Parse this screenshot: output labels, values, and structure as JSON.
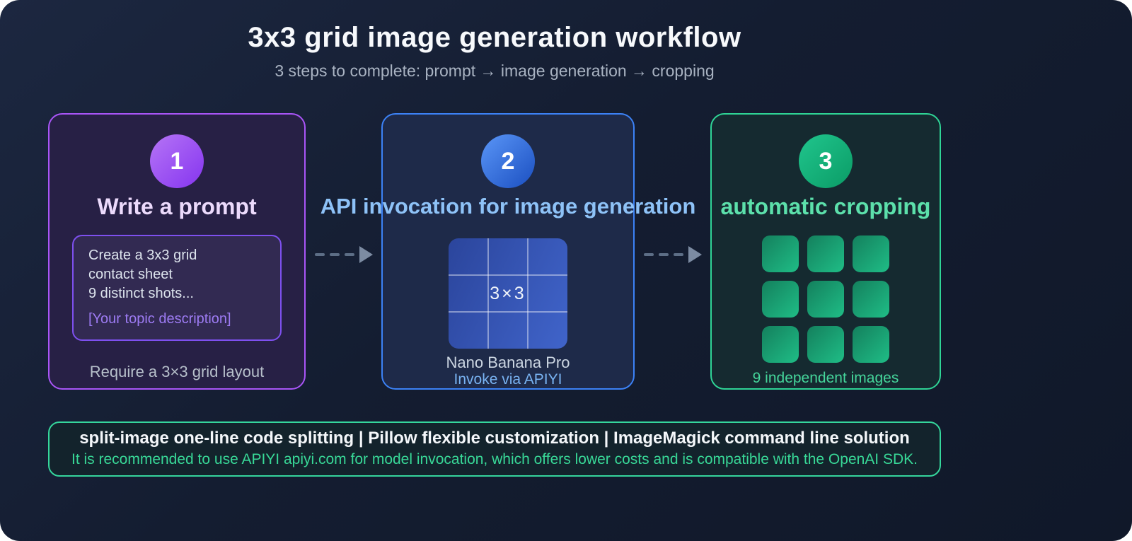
{
  "header": {
    "title": "3x3 grid image generation workflow",
    "subtitle": "3 steps to complete: prompt → image generation → cropping"
  },
  "steps": [
    {
      "number": "1",
      "title": "Write a prompt",
      "prompt_lines": [
        "Create a 3x3 grid",
        "contact sheet",
        "9 distinct shots..."
      ],
      "prompt_placeholder": "[Your topic description]",
      "caption": "Require a 3×3 grid layout",
      "accent_color": "#a955f7"
    },
    {
      "number": "2",
      "title": "API invocation for image generation",
      "grid_label": "3×3",
      "model_name": "Nano Banana Pro",
      "invoke_note": "Invoke via APIYI",
      "accent_color": "#3c82f6"
    },
    {
      "number": "3",
      "title": "automatic cropping",
      "caption": "9 independent images",
      "accent_color": "#2fd496"
    }
  ],
  "footer": {
    "tools_line": "split-image one-line code splitting | Pillow flexible customization | ImageMagick command line solution",
    "recommendation_line": "It is recommended to use APIYI apiyi.com for model invocation, which offers lower costs and is compatible with the OpenAI SDK."
  },
  "colors": {
    "background": "#141d31",
    "step1_accent": "#a955f7",
    "step2_accent": "#3c82f6",
    "step3_accent": "#2fd496",
    "arrow": "#7c8ba2",
    "footer_border": "#35d69c"
  }
}
